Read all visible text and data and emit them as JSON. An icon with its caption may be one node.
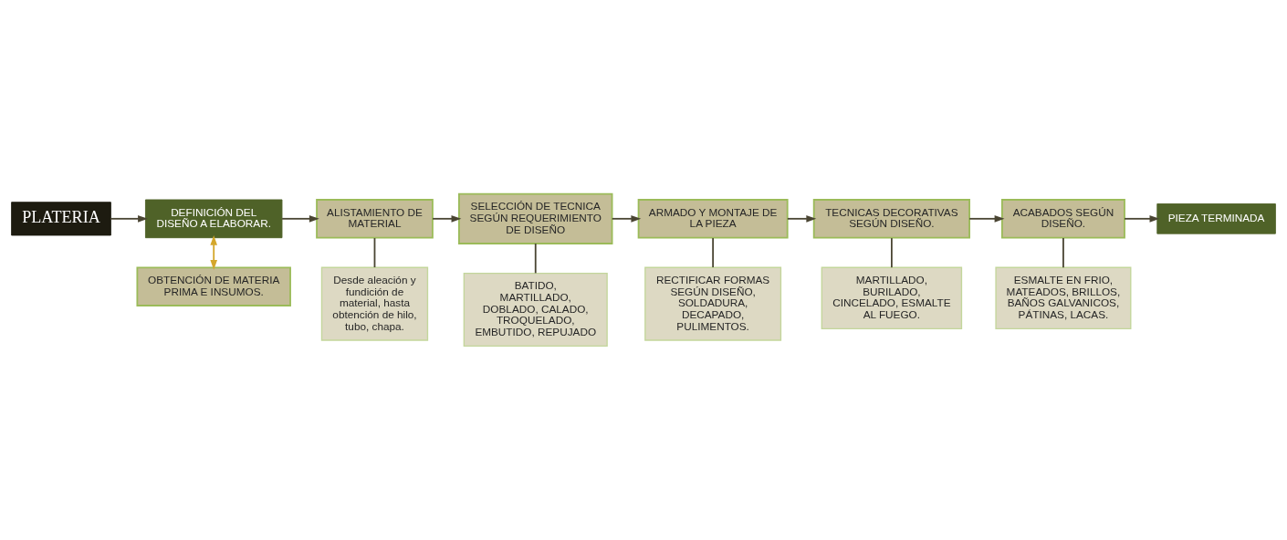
{
  "diagram": {
    "nodes": [
      {
        "text": [
          "OBTENCIÓN DE MATERIA PRIMA E INSUMOS."
        ]
      },
      {
        "text": [
          "PLATERIA"
        ]
      },
      {
        "text": [
          "DEFINICIÓN DEL DISEÑO A ELABORAR."
        ]
      },
      {
        "text": [
          "ALISTAMIENTO DE MATERIAL"
        ]
      },
      {
        "text": [
          "Desde aleación y fundición de material, hasta obtención de hilo, tubo, chapa."
        ]
      },
      {
        "text": [
          "SELECCIÓN DE TECNICA SEGÚN REQUERIMIENTO DE DISEÑO"
        ]
      },
      {
        "text": [
          "BATIDO, MARTILLADO, DOBLADO, CALADO, TROQUELADO, EMBUTIDO, REPUJADO"
        ]
      },
      {
        "text": [
          "ARMADO Y MONTAJE DE LA PIEZA"
        ]
      },
      {
        "text": [
          "RECTIFICAR FORMAS SEGÚN DISEÑO, SOLDADURA, DECAPADO, PULIMENTOS."
        ]
      },
      {
        "text": [
          "TECNICAS DECORATIVAS SEGÚN DISEÑO."
        ]
      },
      {
        "text": [
          "MARTILLADO, BURILADO, CINCELADO, ESMALTE AL FUEGO."
        ]
      },
      {
        "text": [
          "ACABADOS SEGÚN DISEÑO."
        ]
      },
      {
        "text": [
          "ESMALTE EN FRIO, MATEADOS, BRILLOS, BAÑOS GALVANICOS, PÁTINAS, LACAS."
        ]
      },
      {
        "text": [
          "PIEZA TERMINADA"
        ]
      }
    ],
    "edges": [
      {
        "from": 1,
        "to": 2,
        "arrow": "to"
      },
      {
        "from": 2,
        "to": 0,
        "arrow": "both",
        "color": "#d4a72c"
      },
      {
        "from": 2,
        "to": 3,
        "arrow": "to"
      },
      {
        "from": 3,
        "to": 5,
        "arrow": "to"
      },
      {
        "from": 5,
        "to": 7,
        "arrow": "to"
      },
      {
        "from": 7,
        "to": 9,
        "arrow": "to"
      },
      {
        "from": 9,
        "to": 11,
        "arrow": "to"
      },
      {
        "from": 11,
        "to": 13,
        "arrow": "to"
      },
      {
        "from": 3,
        "to": 4,
        "arrow": "none"
      },
      {
        "from": 5,
        "to": 6,
        "arrow": "none"
      },
      {
        "from": 7,
        "to": 8,
        "arrow": "none"
      },
      {
        "from": 9,
        "to": 10,
        "arrow": "none"
      },
      {
        "from": 11,
        "to": 12,
        "arrow": "none"
      }
    ]
  }
}
